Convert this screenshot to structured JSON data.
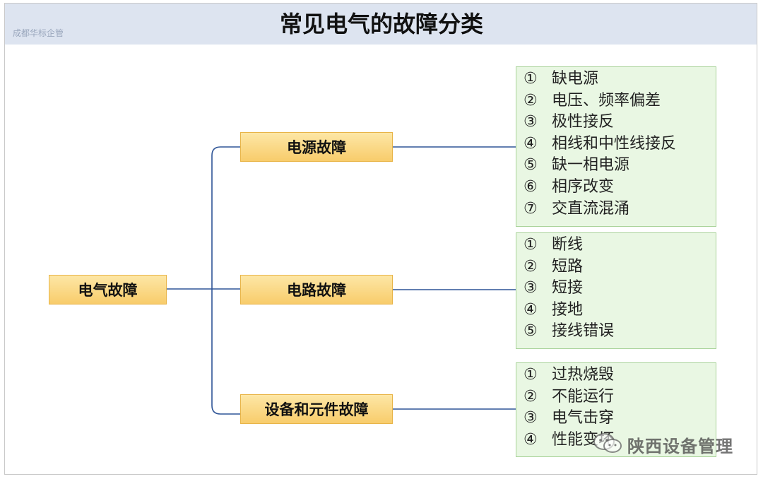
{
  "header": {
    "title": "常见电气的故障分类",
    "watermark": "成都华标企管"
  },
  "root": {
    "label": "电气故障"
  },
  "branches": [
    {
      "label": "电源故障",
      "items": [
        {
          "num": "①",
          "text": "缺电源"
        },
        {
          "num": "②",
          "text": "电压、频率偏差"
        },
        {
          "num": "③",
          "text": "极性接反"
        },
        {
          "num": "④",
          "text": "相线和中性线接反"
        },
        {
          "num": "⑤",
          "text": "缺一相电源"
        },
        {
          "num": "⑥",
          "text": "相序改变"
        },
        {
          "num": "⑦",
          "text": "交直流混涌"
        }
      ]
    },
    {
      "label": "电路故障",
      "items": [
        {
          "num": "①",
          "text": "断线"
        },
        {
          "num": "②",
          "text": "短路"
        },
        {
          "num": "③",
          "text": "短接"
        },
        {
          "num": "④",
          "text": "接地"
        },
        {
          "num": "⑤",
          "text": "接线错误"
        }
      ]
    },
    {
      "label": "设备和元件故障",
      "items": [
        {
          "num": "①",
          "text": "过热烧毁"
        },
        {
          "num": "②",
          "text": "不能运行"
        },
        {
          "num": "③",
          "text": "电气击穿"
        },
        {
          "num": "④",
          "text": "性能变坏"
        }
      ]
    }
  ],
  "footer_watermark": "陕西设备管理",
  "colors": {
    "connector": "#2f5597",
    "node_fill": "#f8cc6b",
    "list_fill": "#e9f7e3",
    "header_fill": "#dde4f0"
  }
}
